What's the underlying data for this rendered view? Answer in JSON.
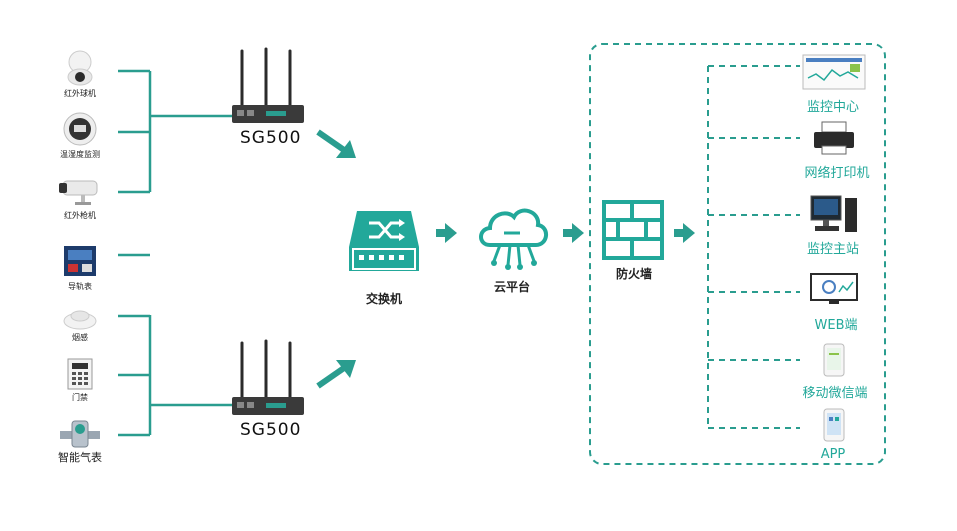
{
  "colors": {
    "accent": "#22a89a",
    "line": "#2a9d8f",
    "dark": "#2b2b2b"
  },
  "left_devices": [
    {
      "label": "红外球机",
      "icon": "dome-camera-icon"
    },
    {
      "label": "温湿度监测",
      "icon": "sensor-icon"
    },
    {
      "label": "红外枪机",
      "icon": "bullet-camera-icon"
    },
    {
      "label": "导轨表",
      "icon": "rail-meter-icon"
    },
    {
      "label": "烟感",
      "icon": "smoke-detector-icon"
    },
    {
      "label": "门禁",
      "icon": "access-control-icon"
    },
    {
      "label": "智能气表",
      "icon": "gas-meter-icon"
    }
  ],
  "routers": [
    {
      "label": "SG500",
      "icon": "router-icon"
    },
    {
      "label": "SG500",
      "icon": "router-icon"
    }
  ],
  "center": {
    "switch_label": "交换机",
    "cloud_label": "云平台",
    "firewall_label": "防火墙"
  },
  "right_endpoints": [
    {
      "label": "监控中心",
      "icon": "monitor-screen-icon"
    },
    {
      "label": "网络打印机",
      "icon": "printer-icon"
    },
    {
      "label": "监控主站",
      "icon": "workstation-icon"
    },
    {
      "label": "WEB端",
      "icon": "web-monitor-icon"
    },
    {
      "label": "移动微信端",
      "icon": "phone-icon"
    },
    {
      "label": "APP",
      "icon": "app-phone-icon"
    }
  ]
}
